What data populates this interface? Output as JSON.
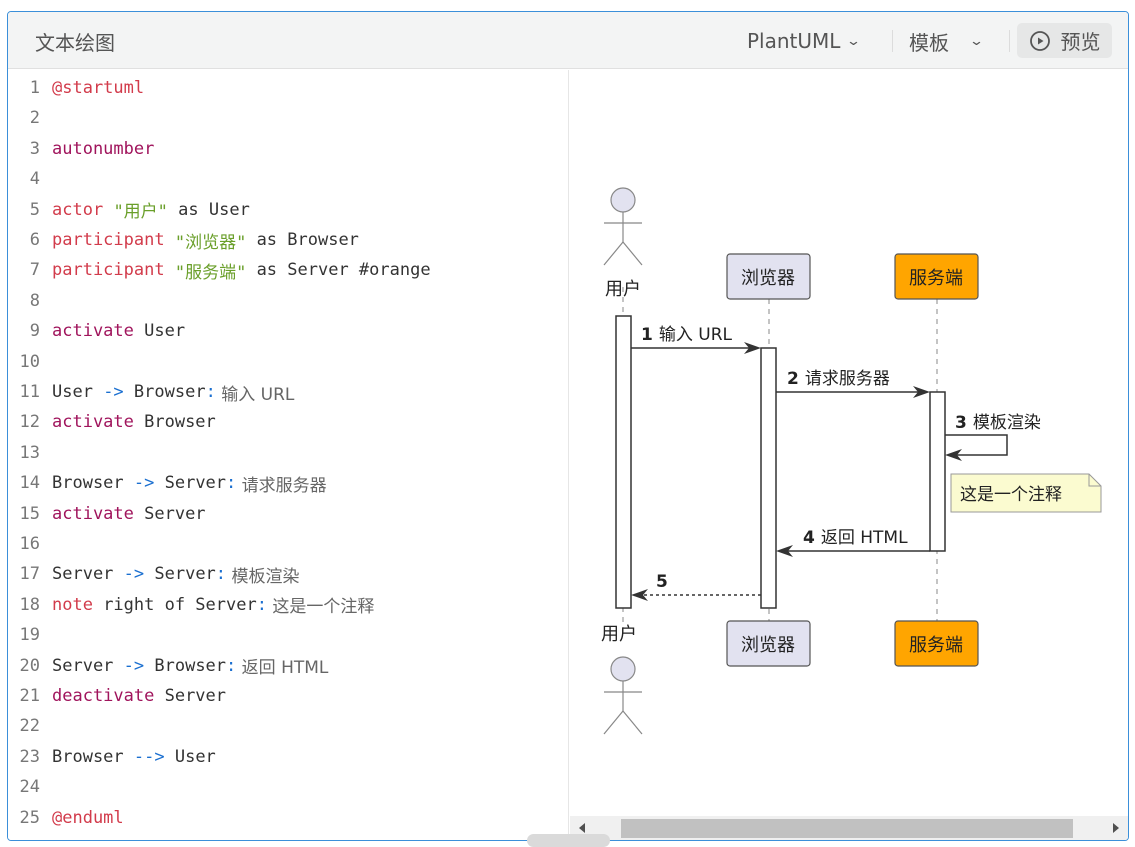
{
  "header": {
    "title": "文本绘图",
    "language_select": "PlantUML",
    "template_select": "模板",
    "preview_button": "预览"
  },
  "editor": {
    "lines": [
      {
        "n": "1",
        "tokens": [
          {
            "t": "@startuml",
            "c": "at"
          }
        ]
      },
      {
        "n": "2",
        "tokens": []
      },
      {
        "n": "3",
        "tokens": [
          {
            "t": "autonumber",
            "c": "kw"
          }
        ]
      },
      {
        "n": "4",
        "tokens": []
      },
      {
        "n": "5",
        "tokens": [
          {
            "t": "actor",
            "c": "dir"
          },
          {
            "t": " ",
            "c": "plain"
          },
          {
            "t": "\"用户\"",
            "c": "str"
          },
          {
            "t": " as User",
            "c": "plain"
          }
        ]
      },
      {
        "n": "6",
        "tokens": [
          {
            "t": "participant",
            "c": "dir"
          },
          {
            "t": " ",
            "c": "plain"
          },
          {
            "t": "\"浏览器\"",
            "c": "str"
          },
          {
            "t": " as Browser",
            "c": "plain"
          }
        ]
      },
      {
        "n": "7",
        "tokens": [
          {
            "t": "participant",
            "c": "dir"
          },
          {
            "t": " ",
            "c": "plain"
          },
          {
            "t": "\"服务端\"",
            "c": "str"
          },
          {
            "t": " as Server #orange",
            "c": "plain"
          }
        ]
      },
      {
        "n": "8",
        "tokens": []
      },
      {
        "n": "9",
        "tokens": [
          {
            "t": "activate",
            "c": "kw"
          },
          {
            "t": " User",
            "c": "plain"
          }
        ]
      },
      {
        "n": "10",
        "tokens": []
      },
      {
        "n": "11",
        "tokens": [
          {
            "t": "User ",
            "c": "plain"
          },
          {
            "t": "->",
            "c": "arrow"
          },
          {
            "t": " Browser",
            "c": "plain"
          },
          {
            "t": ":",
            "c": "arrow"
          },
          {
            "t": " 输入 URL",
            "c": "cn"
          }
        ]
      },
      {
        "n": "12",
        "tokens": [
          {
            "t": "activate",
            "c": "kw"
          },
          {
            "t": " Browser",
            "c": "plain"
          }
        ]
      },
      {
        "n": "13",
        "tokens": []
      },
      {
        "n": "14",
        "tokens": [
          {
            "t": "Browser ",
            "c": "plain"
          },
          {
            "t": "->",
            "c": "arrow"
          },
          {
            "t": " Server",
            "c": "plain"
          },
          {
            "t": ":",
            "c": "arrow"
          },
          {
            "t": " 请求服务器",
            "c": "cn"
          }
        ]
      },
      {
        "n": "15",
        "tokens": [
          {
            "t": "activate",
            "c": "kw"
          },
          {
            "t": " Server",
            "c": "plain"
          }
        ]
      },
      {
        "n": "16",
        "tokens": []
      },
      {
        "n": "17",
        "tokens": [
          {
            "t": "Server ",
            "c": "plain"
          },
          {
            "t": "->",
            "c": "arrow"
          },
          {
            "t": " Server",
            "c": "plain"
          },
          {
            "t": ":",
            "c": "arrow"
          },
          {
            "t": " 模板渲染",
            "c": "cn"
          }
        ]
      },
      {
        "n": "18",
        "tokens": [
          {
            "t": "note",
            "c": "dir"
          },
          {
            "t": " right of Server",
            "c": "plain"
          },
          {
            "t": ":",
            "c": "arrow"
          },
          {
            "t": " 这是一个注释",
            "c": "cn"
          }
        ]
      },
      {
        "n": "19",
        "tokens": []
      },
      {
        "n": "20",
        "tokens": [
          {
            "t": "Server ",
            "c": "plain"
          },
          {
            "t": "->",
            "c": "arrow"
          },
          {
            "t": " Browser",
            "c": "plain"
          },
          {
            "t": ":",
            "c": "arrow"
          },
          {
            "t": " 返回 HTML",
            "c": "cn"
          }
        ]
      },
      {
        "n": "21",
        "tokens": [
          {
            "t": "deactivate",
            "c": "kw"
          },
          {
            "t": " Server",
            "c": "plain"
          }
        ]
      },
      {
        "n": "22",
        "tokens": []
      },
      {
        "n": "23",
        "tokens": [
          {
            "t": "Browser ",
            "c": "plain"
          },
          {
            "t": "-->",
            "c": "arrow"
          },
          {
            "t": " User",
            "c": "plain"
          }
        ]
      },
      {
        "n": "24",
        "tokens": []
      },
      {
        "n": "25",
        "tokens": [
          {
            "t": "@enduml",
            "c": "at"
          }
        ]
      }
    ]
  },
  "diagram": {
    "participants": {
      "user": "用户",
      "browser": "浏览器",
      "server": "服务端"
    },
    "colors": {
      "participant_fill": "#e2e2f0",
      "server_fill": "#ffa500",
      "note_fill": "#fbfbd0"
    },
    "messages": [
      {
        "num": "1",
        "label": "输入 URL"
      },
      {
        "num": "2",
        "label": "请求服务器"
      },
      {
        "num": "3",
        "label": "模板渲染"
      },
      {
        "num": "4",
        "label": "返回 HTML"
      },
      {
        "num": "5",
        "label": ""
      }
    ],
    "note": "这是一个注释"
  }
}
